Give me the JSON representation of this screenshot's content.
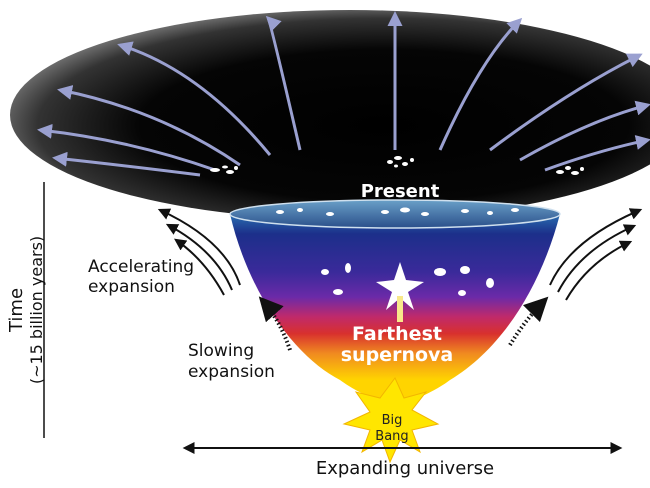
{
  "labels": {
    "present": "Present",
    "farthest_line1": "Farthest",
    "farthest_line2": "supernova",
    "big_line1": "Big",
    "big_line2": "Bang",
    "accel_line1": "Accelerating",
    "accel_line2": "expansion",
    "slow_line1": "Slowing",
    "slow_line2": "expansion",
    "time_line1": "Time",
    "time_line2": "(~15 billion years)",
    "axis": "Expanding universe"
  },
  "colors": {
    "cone_top": "#1c2f8a",
    "cone_mid": "#6b2aa8",
    "cone_red": "#d8302e",
    "cone_bottom": "#ffd400",
    "vortex": "#000000",
    "arrow": "#9aa0d0",
    "text": "#111111"
  }
}
